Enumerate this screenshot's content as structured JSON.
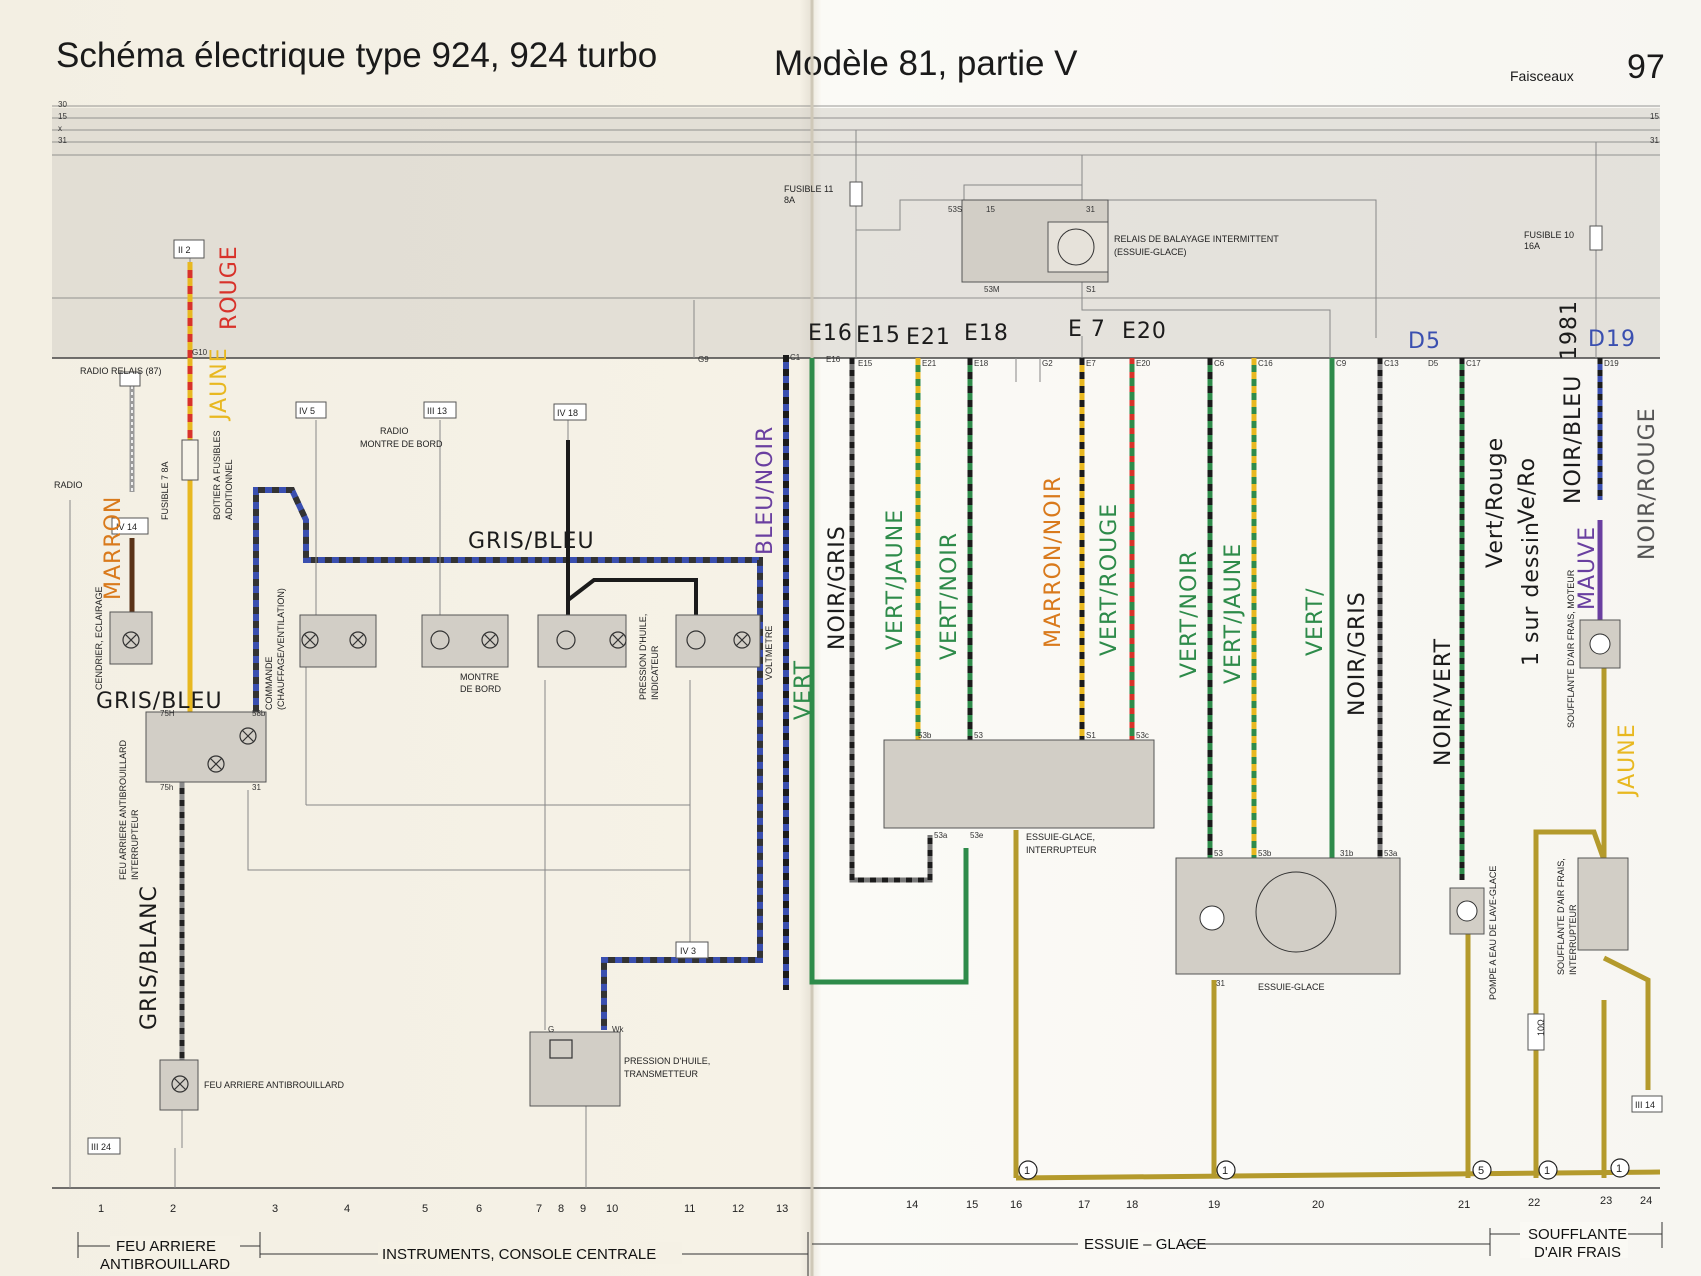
{
  "header": {
    "title": "Schéma électrique type 924, 924 turbo",
    "model": "Modèle  81, partie V",
    "section": "Faisceaux",
    "page_number": "97"
  },
  "bus_labels": [
    "30",
    "15",
    "x",
    "31"
  ],
  "fuses": {
    "fuse11": [
      "FUSIBLE 11",
      "8A"
    ],
    "fuse10": [
      "FUSIBLE 10",
      "16A"
    ],
    "fuse7": "FUSIBLE 7 8A"
  },
  "component_labels": {
    "relay": [
      "RELAIS DE BALAYAGE INTERMITTENT",
      "(ESSUIE-GLACE)"
    ],
    "radio_relais": "RADIO RELAIS (87)",
    "radio": "RADIO",
    "radio_montre": [
      "RADIO",
      "MONTRE DE BORD"
    ],
    "boitier": [
      "BOITIER A FUSIBLES",
      "ADDITIONNEL"
    ],
    "cendrier": [
      "CENDRIER, ECLAIRAGE"
    ],
    "commande": [
      "COMMANDE",
      "(CHAUFFAGE/VENTILATION)"
    ],
    "montre": [
      "MONTRE",
      "DE BORD"
    ],
    "pression_ind": [
      "PRESSION D'HUILE,",
      "INDICATEUR"
    ],
    "voltmetre": "VOLTMETRE",
    "feu_inter": [
      "FEU ARRIERE ANTIBROUILLARD",
      "INTERRUPTEUR"
    ],
    "feu": "FEU ARRIERE ANTIBROUILLARD",
    "pression_trans": [
      "PRESSION D'HUILE,",
      "TRANSMETTEUR"
    ],
    "essuie_inter": [
      "ESSUIE-GLACE,",
      "INTERRUPTEUR"
    ],
    "essuie": "ESSUIE-GLACE",
    "pompe": "POMPE A EAU DE LAVE-GLACE",
    "soufflante_moteur": "SOUFFLANTE D'AIR FRAIS, MOTEUR",
    "soufflante_inter": [
      "SOUFFLANTE D'AIR FRAIS,",
      "INTERRUPTEUR"
    ],
    "resistor": "10Ω"
  },
  "boxes": [
    "II 2",
    "IV 5",
    "III 13",
    "IV 18",
    "IV 14",
    "III 24",
    "IV 3",
    "III 14"
  ],
  "connectors": [
    "G10",
    "G9",
    "C1",
    "E16",
    "E15",
    "E21",
    "E18",
    "G2",
    "E7",
    "E20",
    "C6",
    "C16",
    "C9",
    "C13",
    "D5",
    "C17",
    "D19"
  ],
  "terminals": [
    "53S",
    "15",
    "31",
    "53M",
    "S1",
    "53b",
    "53",
    "S1",
    "53c",
    "53a",
    "53e",
    "53",
    "53b",
    "31b",
    "53a",
    "31",
    "75H",
    "58b",
    "75h",
    "31",
    "G",
    "Wk"
  ],
  "handwritten": {
    "top_connectors": [
      "E16",
      "E15",
      "E21",
      "E18",
      "E 7",
      "E20",
      "D5",
      "D19",
      "1981"
    ],
    "wires": [
      "ROUGE",
      "JAUNE",
      "MARRON",
      "GRIS/BLEU",
      "GRIS/BLEU",
      "GRIS/BLANC",
      "BLEU/NOIR",
      "VERT",
      "NOIR/GRIS",
      "VERT/JAUNE",
      "VERT/NOIR",
      "MARRON/NOIR",
      "VERT/ROUGE",
      "VERT/NOIR",
      "VERT/JAUNE",
      "VERT/",
      "NOIR/GRIS",
      "NOIR/VERT",
      "Vert/Rouge",
      "Ve/Ro",
      "NOIR/BLEU",
      "NOIR/ROUGE",
      "JAUNE",
      "MAUVE",
      "1 sur dessin"
    ]
  },
  "columns": [
    "1",
    "2",
    "3",
    "4",
    "5",
    "6",
    "7",
    "8",
    "9",
    "10",
    "11",
    "12",
    "13",
    "14",
    "15",
    "16",
    "17",
    "18",
    "19",
    "20",
    "21",
    "22",
    "23",
    "24"
  ],
  "ground_marks": [
    "1",
    "1",
    "5",
    "1",
    "1"
  ],
  "footer_sections": [
    [
      "FEU ARRIERE",
      "ANTIBROUILLARD"
    ],
    [
      "INSTRUMENTS, CONSOLE CENTRALE"
    ],
    [
      "ESSUIE – GLACE"
    ],
    [
      "SOUFFLANTE",
      "D'AIR FRAIS"
    ]
  ],
  "colors": {
    "green": "#2e8b4a",
    "yellow": "#e8b820",
    "olive": "#b49a2c",
    "blue": "#3a4fb0",
    "orange": "#d97a1c",
    "red": "#d8322a",
    "purple": "#6a3fa0",
    "black": "#1b1b1b"
  }
}
